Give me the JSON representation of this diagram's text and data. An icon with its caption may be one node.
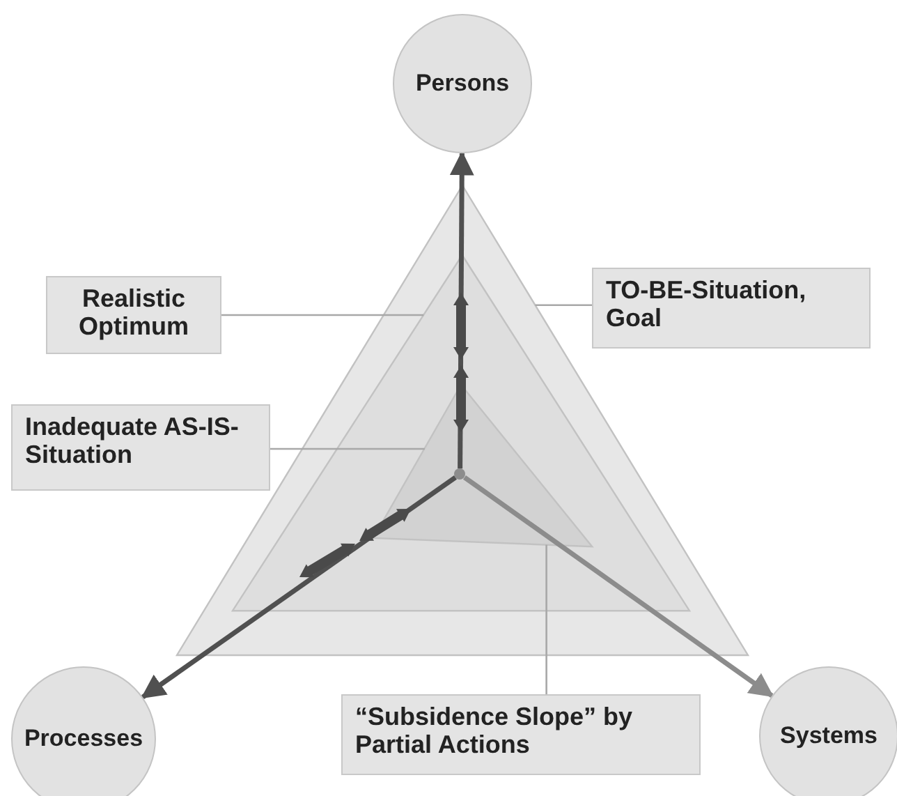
{
  "diagram": {
    "nodes": [
      {
        "text": [
          "Persons"
        ]
      },
      {
        "text": [
          "Processes"
        ]
      },
      {
        "text": [
          "Systems"
        ]
      },
      {
        "text": [],
        "shape": "dot",
        "in": 6
      },
      {
        "text": [],
        "shape": "triangle"
      },
      {
        "text": [],
        "shape": "triangle",
        "in": 4
      },
      {
        "text": [],
        "shape": "triangle",
        "in": 5
      },
      {
        "text": [
          "Realistic Optimum"
        ]
      },
      {
        "text": [
          "TO-BE-Situation, Goal"
        ]
      },
      {
        "text": [
          "Inadequate AS-IS-Situation"
        ]
      },
      {
        "text": [
          "“Subsidence Slope” by Partial Actions"
        ]
      }
    ],
    "edges": [
      {
        "from": 3,
        "to": 0,
        "arrow": "to",
        "style": "thick"
      },
      {
        "from": 3,
        "to": 1,
        "arrow": "to",
        "style": "thick"
      },
      {
        "from": 3,
        "to": 2,
        "arrow": "to",
        "style": "thick",
        "color": "#8c8c8c"
      },
      {
        "from": 7,
        "to": 5,
        "arrow": "none"
      },
      {
        "from": 8,
        "to": 4,
        "arrow": "none"
      },
      {
        "from": 9,
        "to": 6,
        "arrow": "none"
      },
      {
        "from": 10,
        "to": 6,
        "arrow": "none"
      }
    ]
  }
}
